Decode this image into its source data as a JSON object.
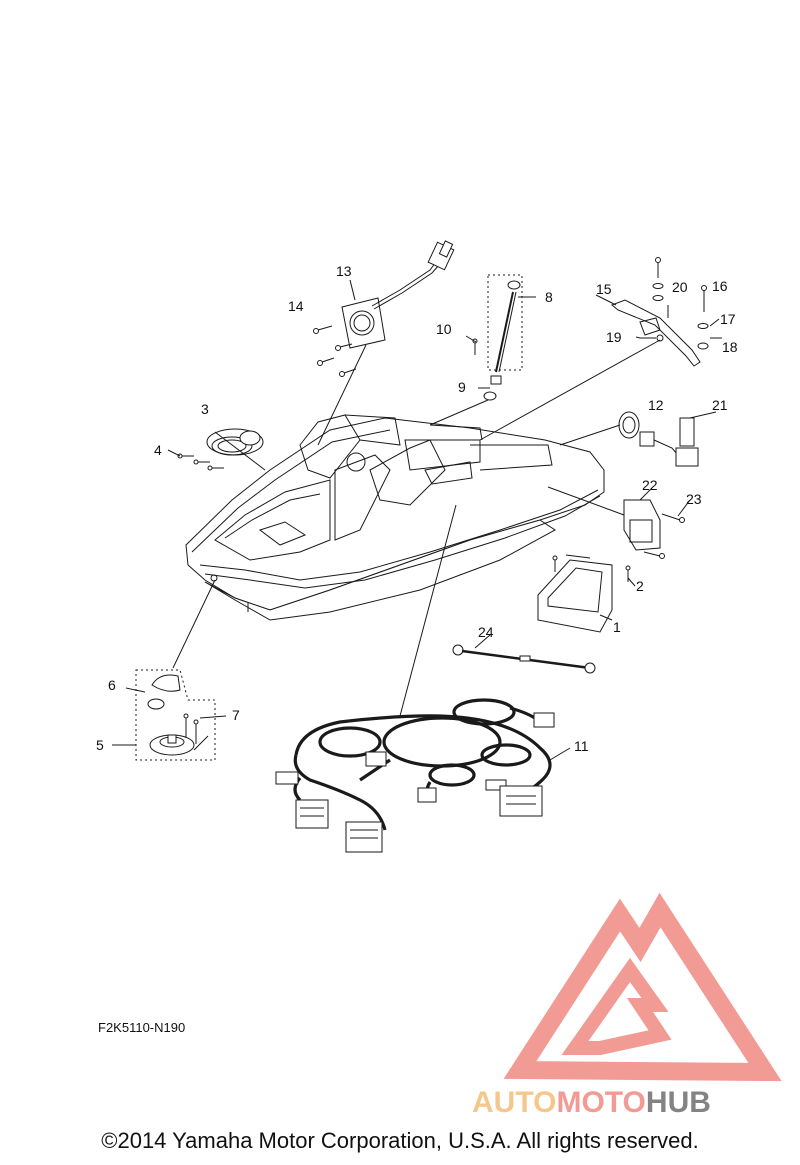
{
  "diagram_code": "F2K5110-N190",
  "copyright": "©2014 Yamaha Motor Corporation, U.S.A. All rights reserved.",
  "watermark": {
    "part1": "AUTO",
    "part2": "MOTO",
    "part3": "HUB"
  },
  "colors": {
    "watermark_primary": "#f08a82",
    "watermark_secondary": "#f3bf7a",
    "watermark_dark": "#6e6e6e",
    "line": "#1a1a1a"
  },
  "callouts": [
    "1",
    "2",
    "3",
    "4",
    "5",
    "6",
    "7",
    "8",
    "9",
    "10",
    "11",
    "12",
    "13",
    "14",
    "15",
    "16",
    "17",
    "18",
    "19",
    "20",
    "21",
    "22",
    "23",
    "24"
  ]
}
